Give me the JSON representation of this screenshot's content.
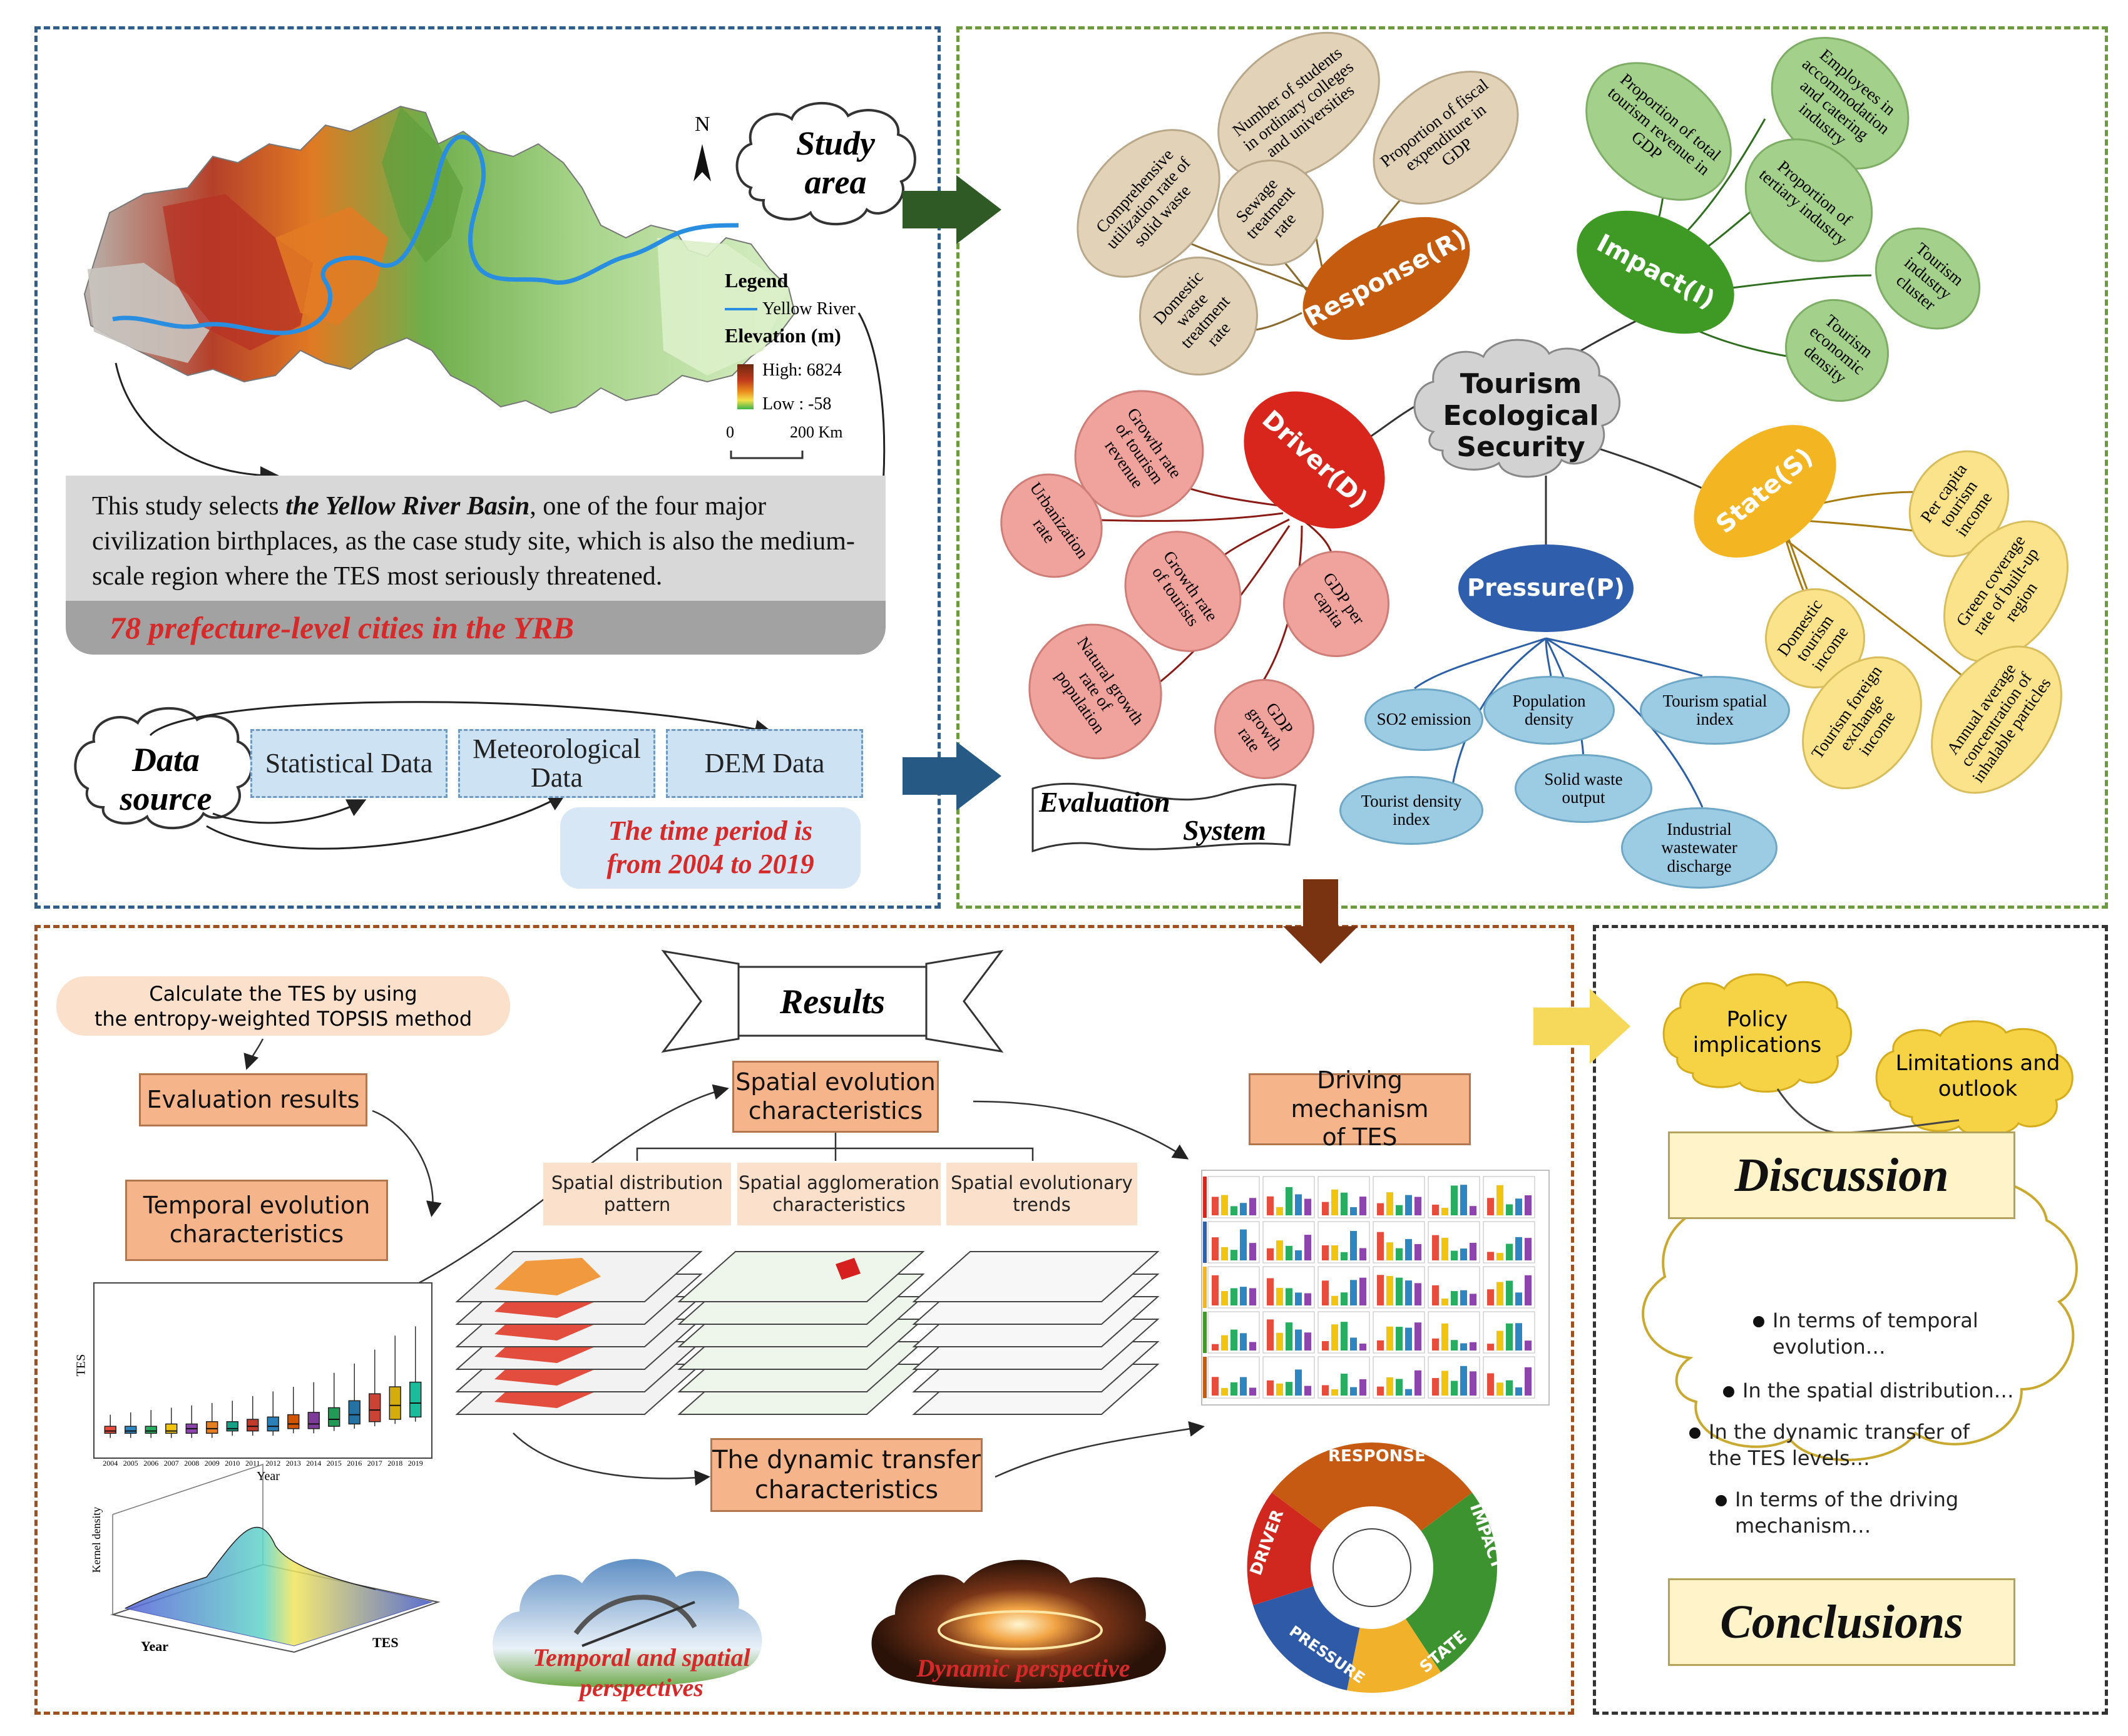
{
  "study_area": {
    "cloud_title": "Study\narea",
    "north": "N",
    "legend_title": "Legend",
    "legend_river": "Yellow River",
    "legend_elevation": "Elevation (m)",
    "legend_high": "High: 6824",
    "legend_low": "Low : -58",
    "scale_zero": "0",
    "scale_km": "200 Km",
    "text_pre": "This study selects ",
    "text_emph": "the Yellow River Basin",
    "text_post": ", one of the four major civilization birthplaces, as the case study site, which is also the medium-scale region where the TES most seriously threatened.",
    "cities": "78 prefecture-level cities in the YRB"
  },
  "data_source": {
    "cloud_title": "Data\nsource",
    "boxes": [
      "Statistical Data",
      "Meteorological Data",
      "DEM Data"
    ],
    "time_period": "The time period is\nfrom 2004 to 2019"
  },
  "evaluation": {
    "center": "Tourism\nEcological\nSecurity",
    "banner": "Evaluation",
    "banner2": "System",
    "response_label": "Response(R)",
    "impact_label": "Impact(I)",
    "driver_label": "Driver(D)",
    "state_label": "State(S)",
    "pressure_label": "Pressure(P)",
    "response_items": [
      "Comprehensive utilization rate of solid waste",
      "Number of students in ordinary colleges and universities",
      "Proportion of fiscal expenditure in GDP",
      "Sewage treatment rate",
      "Domestic waste treatment rate"
    ],
    "impact_items": [
      "Proportion of total tourism revenue in GDP",
      "Employees in accommodation and catering industry",
      "Proportion of tertiary industry",
      "Tourism industry cluster",
      "Tourism economic density"
    ],
    "driver_items": [
      "Growth rate of tourism revenue",
      "Urbanization rate",
      "Growth rate of tourists",
      "GDP per capita",
      "Natural growth rate of population",
      "GDP growth rate"
    ],
    "state_items": [
      "Per capita tourism income",
      "Green coverage rate of built-up region",
      "Domestic tourism income",
      "Tourism foreign exchange income",
      "Annual average concentration of inhalable particles"
    ],
    "pressure_items": [
      "SO2 emission",
      "Population density",
      "Tourism spatial index",
      "Tourist density index",
      "Solid waste output",
      "Industrial wastewater discharge"
    ]
  },
  "results": {
    "banner": "Results",
    "calc": "Calculate the TES by using\nthe entropy-weighted TOPSIS method",
    "eval_results": "Evaluation results",
    "temporal": "Temporal evolution\ncharacteristics",
    "spatial": "Spatial evolution\ncharacteristics",
    "spatial_sub": [
      "Spatial distribution\npattern",
      "Spatial agglomeration\ncharacteristics",
      "Spatial evolutionary\ntrends"
    ],
    "dynamic": "The dynamic transfer\ncharacteristics",
    "driving": "Driving mechanism\nof TES",
    "temporal_spatial": "Temporal and spatial\nperspectives",
    "dynamic_persp": "Dynamic perspective",
    "boxplot_ylabel": "TES",
    "boxplot_xlabel": "Year",
    "boxplot_years": [
      "2004",
      "2005",
      "2006",
      "2007",
      "2008",
      "2009",
      "2010",
      "2011",
      "2012",
      "2013",
      "2014",
      "2015",
      "2016",
      "2017",
      "2018",
      "2019"
    ],
    "kernel_ylabel": "Kernel density",
    "kernel_xlabel": "TES",
    "kernel_year_label": "Year",
    "ring": [
      "RESPONSE",
      "IMPACT",
      "STATE",
      "PRESSURE",
      "DRIVER"
    ]
  },
  "discussion": {
    "policy": "Policy\nimplications",
    "limitations": "Limitations and\noutlook",
    "title": "Discussion",
    "conclusions_title": "Conclusions",
    "bullets": [
      "In terms of temporal\nevolution…",
      "In the spatial distribution…",
      "In the dynamic transfer of\nthe TES levels…",
      "In terms of the driving\nmechanism…"
    ]
  },
  "chart_data": {
    "type": "box",
    "categories": [
      "2004",
      "2005",
      "2006",
      "2007",
      "2008",
      "2009",
      "2010",
      "2011",
      "2012",
      "2013",
      "2014",
      "2015",
      "2016",
      "2017",
      "2018",
      "2019"
    ],
    "median": [
      0.09,
      0.09,
      0.09,
      0.09,
      0.1,
      0.1,
      0.1,
      0.11,
      0.11,
      0.12,
      0.12,
      0.14,
      0.16,
      0.18,
      0.2,
      0.21
    ],
    "q1": [
      0.08,
      0.08,
      0.08,
      0.08,
      0.08,
      0.08,
      0.09,
      0.09,
      0.09,
      0.1,
      0.1,
      0.11,
      0.12,
      0.13,
      0.14,
      0.15
    ],
    "q3": [
      0.11,
      0.11,
      0.11,
      0.12,
      0.12,
      0.13,
      0.13,
      0.14,
      0.15,
      0.16,
      0.17,
      0.19,
      0.22,
      0.25,
      0.28,
      0.3
    ],
    "whisker_hi": [
      0.16,
      0.17,
      0.18,
      0.19,
      0.2,
      0.21,
      0.22,
      0.24,
      0.26,
      0.28,
      0.3,
      0.34,
      0.38,
      0.44,
      0.5,
      0.54
    ],
    "colors": [
      "#e74c3c",
      "#2e86c1",
      "#27ae60",
      "#f1c40f",
      "#8e44ad",
      "#e67e22",
      "#16a085",
      "#c0392b",
      "#2980b9",
      "#d35400",
      "#7d3c98",
      "#229954",
      "#2471a3",
      "#cb4335",
      "#d4ac0d",
      "#1abc9c"
    ],
    "ylim": [
      0,
      0.7
    ],
    "ylabel": "TES",
    "xlabel": "Year"
  },
  "colors": {
    "response": "#c45b0e",
    "impact": "#3f9a25",
    "driver": "#d9261c",
    "state": "#f4b522",
    "pressure": "#2f5ead",
    "red_text": "#d62a2a"
  }
}
